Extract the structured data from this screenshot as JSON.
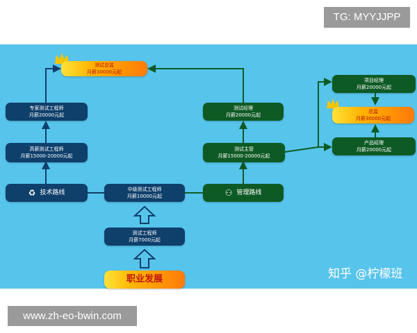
{
  "watermark_tg": "TG: MYYJJPP",
  "watermark_url": "www.zh-eo-bwin.com",
  "attribution": "知乎 @柠檬班",
  "nodes": {
    "test_director": {
      "title": "测试总监",
      "salary": "月薪30000元起"
    },
    "expert_engineer": {
      "title": "专家测试工程师",
      "salary": "月薪20000元起"
    },
    "senior_engineer": {
      "title": "高薪测试工程师",
      "salary": "月薪15000-20000元起"
    },
    "tech_route": {
      "label": "技术路线"
    },
    "mid_engineer": {
      "title": "中级测试工程师",
      "salary": "月薪10000元起"
    },
    "test_engineer": {
      "title": "测试工程师",
      "salary": "月薪7000元起"
    },
    "career": {
      "label": "职业发展"
    },
    "test_manager": {
      "title": "测试经理",
      "salary": "月薪20000元起"
    },
    "test_lead": {
      "title": "测试主管",
      "salary": "月薪15000-20000元起"
    },
    "mgmt_route": {
      "label": "管理路线"
    },
    "project_manager": {
      "title": "项目经理",
      "salary": "月薪20000元起"
    },
    "director": {
      "title": "总监",
      "salary": "月薪30000元起"
    },
    "product_manager": {
      "title": "产品经理",
      "salary": "月薪20000元起"
    }
  },
  "colors": {
    "background": "#57c4ec",
    "tech_box": "#0f3f6b",
    "mgmt_box": "#0e5a24",
    "highlight": "#ffb400"
  },
  "icons": {
    "tech_route": "recycle-icon",
    "mgmt_route": "people-network-icon",
    "crown": "crown-icon",
    "up_arrow": "up-arrow-icon"
  }
}
